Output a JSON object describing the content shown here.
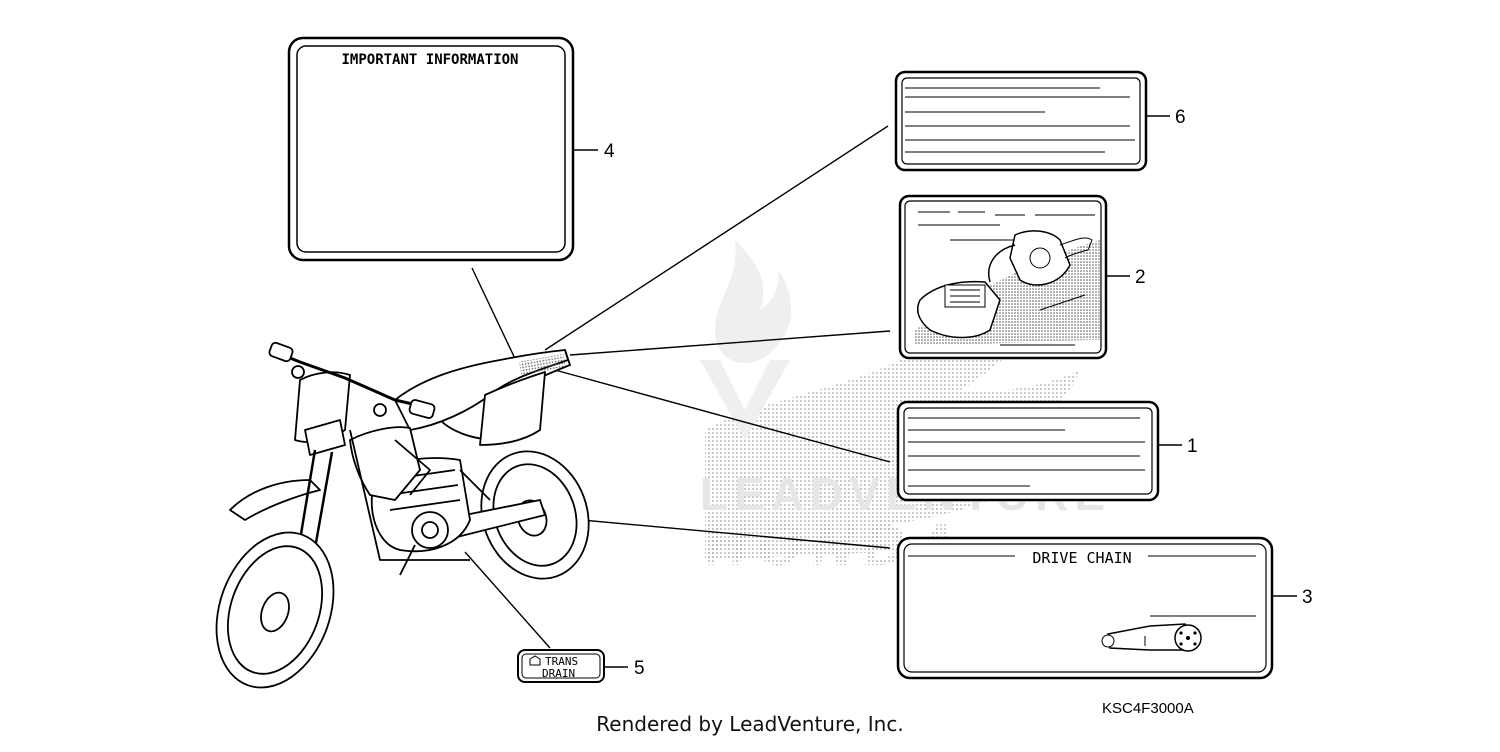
{
  "labels": {
    "important_information": "IMPORTANT INFORMATION",
    "drive_chain": "DRIVE CHAIN",
    "trans_line1": "TRANS",
    "trans_line2": "DRAIN"
  },
  "callouts": {
    "c1": "1",
    "c2": "2",
    "c3": "3",
    "c4": "4",
    "c5": "5",
    "c6": "6"
  },
  "watermark": {
    "text1": "LEADVENTURE",
    "text2": "HONDA"
  },
  "diagram_code": "KSC4F3000A",
  "footer": "Rendered by LeadVenture, Inc."
}
